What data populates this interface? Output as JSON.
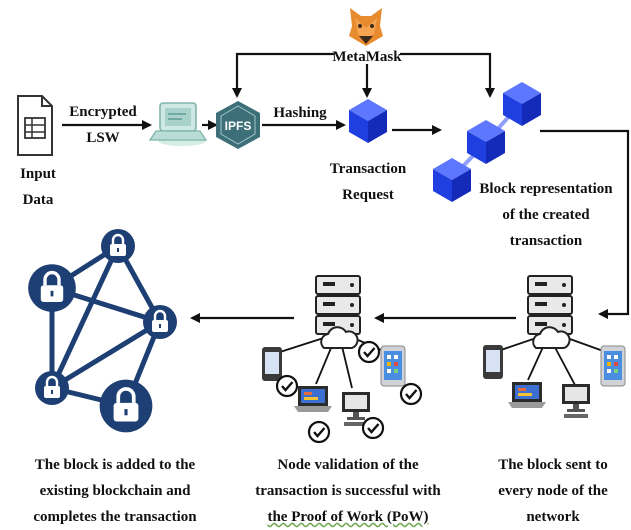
{
  "metamask": {
    "label": "MetaMask"
  },
  "input": {
    "line1": "Input",
    "line2": "Data"
  },
  "encrypted": {
    "line1": "Encrypted",
    "line2": "LSW"
  },
  "ipfs": {
    "label": "IPFS"
  },
  "hashing": {
    "label": "Hashing"
  },
  "transaction_request": {
    "line1": "Transaction",
    "line2": "Request"
  },
  "block_representation": {
    "line1": "Block representation",
    "line2": "of the created",
    "line3": "transaction"
  },
  "block_sent": {
    "line1": "The block sent to",
    "line2": "every node of the",
    "line3": "network"
  },
  "node_validation": {
    "line1": "Node validation of the",
    "line2": "transaction is successful with",
    "line3": "the Proof of Work (PoW)"
  },
  "block_added": {
    "line1": "The block is added to the",
    "line2": "existing blockchain and",
    "line3": "completes the transaction"
  },
  "colors": {
    "cube_blue": "#1f3fe0",
    "chain_navy": "#1d3f73",
    "ipfs_teal": "#3c6f78",
    "arrow": "#111111",
    "check": "#111111"
  }
}
